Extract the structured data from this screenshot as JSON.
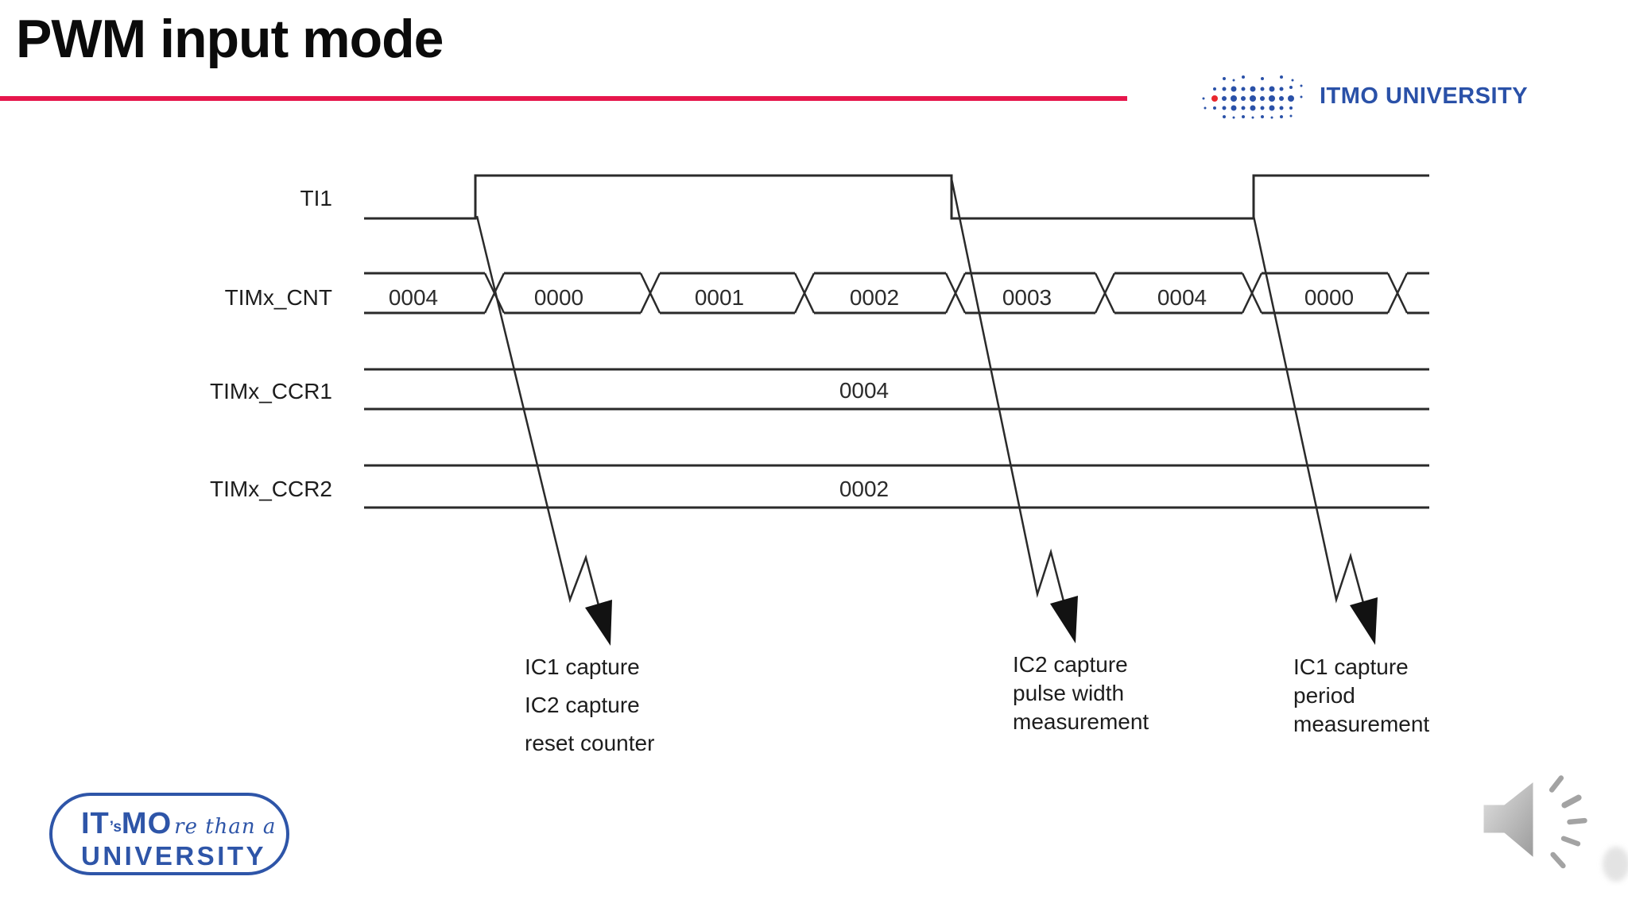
{
  "slide": {
    "title": "PWM input mode"
  },
  "header": {
    "logo_text": "ITMO UNIVERSITY"
  },
  "diagram": {
    "signals": [
      {
        "label": "TI1"
      },
      {
        "label": "TIMx_CNT",
        "values": [
          "0004",
          "0000",
          "0001",
          "0002",
          "0003",
          "0004",
          "0000"
        ]
      },
      {
        "label": "TIMx_CCR1",
        "value": "0004"
      },
      {
        "label": "TIMx_CCR2",
        "value": "0002"
      }
    ],
    "annotations": [
      {
        "lines": [
          "IC1 capture",
          "IC2 capture",
          "reset counter"
        ]
      },
      {
        "lines": [
          "IC2 capture",
          "pulse width",
          "measurement"
        ]
      },
      {
        "lines": [
          "IC1 capture",
          "period",
          "measurement"
        ]
      }
    ]
  },
  "footer_logo": {
    "part_it": "IT",
    "part_apos": "’s",
    "part_mo": "MO",
    "part_script": "re than a",
    "bottom": "UNIVERSITY"
  },
  "colors": {
    "accent_red": "#E6164C",
    "itmo_blue": "#2A51A8",
    "logo_red_dot": "#E8262D",
    "diagram_line": "#2a2a2a"
  },
  "icons": {
    "header_logo": "itmo-dots-icon",
    "audio": "speaker-icon"
  }
}
